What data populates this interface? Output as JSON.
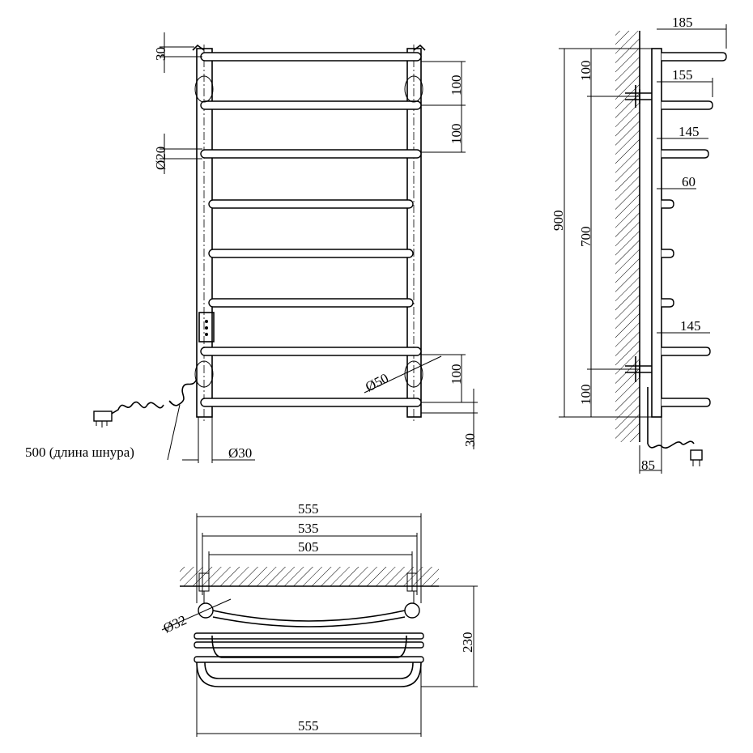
{
  "front_view": {
    "dim_top_offset": "30",
    "dim_rung_spacing_1": "100",
    "dim_rung_spacing_2": "100",
    "dim_rung_diameter": "Ø20",
    "dim_flange_diameter": "Ø50",
    "dim_bottom_spacing": "100",
    "dim_bottom_offset": "30",
    "dim_post_diameter": "Ø30",
    "cord_length": "500 (длина шнура)"
  },
  "side_view": {
    "dim_depth_top": "185",
    "dim_depth_2": "155",
    "dim_depth_3": "145",
    "dim_depth_mid": "60",
    "dim_depth_lower": "145",
    "dim_height_total": "900",
    "dim_mount_spacing": "700",
    "dim_top_mount": "100",
    "dim_bottom_mount": "100",
    "dim_wall_offset": "85"
  },
  "top_view": {
    "dim_width_outer": "555",
    "dim_width_mid": "535",
    "dim_width_mount": "505",
    "dim_mount_diameter": "Ø32",
    "dim_depth": "230",
    "dim_width_bottom": "555"
  }
}
